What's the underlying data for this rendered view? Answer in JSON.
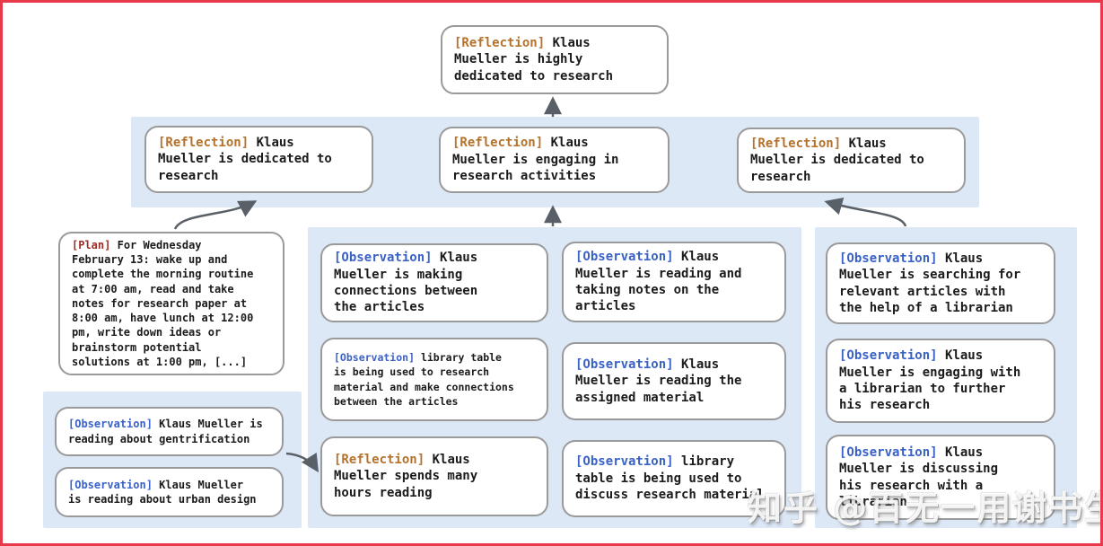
{
  "colors": {
    "frame": "#e8394a",
    "band": "#dde8f7",
    "box_border": "#9a9a9a",
    "reflection_tag": "#b5722c",
    "plan_tag": "#9e2b25",
    "observation_tag": "#3a62c6",
    "arrow": "#5a6068"
  },
  "watermark": "知乎 @百无一用谢书生",
  "root": {
    "tag": "[Reflection]",
    "text": "Klaus\nMueller is highly\ndedicated to research"
  },
  "reflections": [
    {
      "tag": "[Reflection]",
      "text": "Klaus\nMueller is dedicated to\nresearch"
    },
    {
      "tag": "[Reflection]",
      "text": "Klaus\nMueller is engaging in\nresearch activities"
    },
    {
      "tag": "[Reflection]",
      "text": "Klaus\nMueller is dedicated to\nresearch"
    }
  ],
  "plan": {
    "tag": "[Plan]",
    "text": "For Wednesday\nFebruary 13: wake up and\ncomplete the morning routine\nat 7:00 am, read and take\nnotes for research paper at\n8:00 am, have lunch at 12:00\npm, write down ideas or\nbrainstorm potential\nsolutions at 1:00 pm, [...]"
  },
  "left_observations": [
    {
      "tag": "[Observation]",
      "text": "Klaus Mueller is\nreading about gentrification"
    },
    {
      "tag": "[Observation]",
      "text": "Klaus Mueller\nis reading about urban design"
    }
  ],
  "mid_left": [
    {
      "tag": "[Observation]",
      "text": "Klaus\nMueller is making\nconnections between\nthe articles"
    },
    {
      "tag": "[Observation]",
      "text": "library table\nis being used to research\nmaterial and make connections\nbetween the articles"
    },
    {
      "tag": "[Reflection]",
      "text": "Klaus\nMueller spends many\nhours reading"
    }
  ],
  "mid_right": [
    {
      "tag": "[Observation]",
      "text": "Klaus\nMueller is reading and\ntaking notes on the\narticles"
    },
    {
      "tag": "[Observation]",
      "text": "Klaus\nMueller is reading the\nassigned material"
    },
    {
      "tag": "[Observation]",
      "text": "library\ntable is being used to\ndiscuss research material"
    }
  ],
  "right_col": [
    {
      "tag": "[Observation]",
      "text": "Klaus\nMueller is searching for\nrelevant articles with\nthe help of a librarian"
    },
    {
      "tag": "[Observation]",
      "text": "Klaus\nMueller is engaging with\na librarian to further\nhis research"
    },
    {
      "tag": "[Observation]",
      "text": "Klaus\nMueller is discussing\nhis research with a\nlibrarian"
    }
  ]
}
